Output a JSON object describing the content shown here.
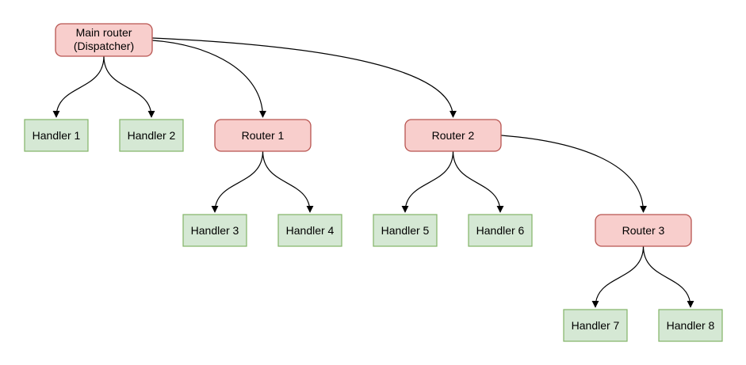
{
  "diagram": {
    "kind": "tree-flowchart",
    "background": "#ffffff",
    "colors": {
      "router_fill": "#f8cecc",
      "router_border": "#b85450",
      "handler_fill": "#d5e8d4",
      "handler_border": "#82b366",
      "edge": "#000000",
      "text": "#000000"
    },
    "nodes": {
      "main": {
        "type": "router",
        "label_line1": "Main router",
        "label_line2": "(Dispatcher)"
      },
      "router1": {
        "type": "router",
        "label": "Router 1"
      },
      "router2": {
        "type": "router",
        "label": "Router 2"
      },
      "router3": {
        "type": "router",
        "label": "Router 3"
      },
      "handler1": {
        "type": "handler",
        "label": "Handler 1"
      },
      "handler2": {
        "type": "handler",
        "label": "Handler 2"
      },
      "handler3": {
        "type": "handler",
        "label": "Handler 3"
      },
      "handler4": {
        "type": "handler",
        "label": "Handler 4"
      },
      "handler5": {
        "type": "handler",
        "label": "Handler 5"
      },
      "handler6": {
        "type": "handler",
        "label": "Handler 6"
      },
      "handler7": {
        "type": "handler",
        "label": "Handler 7"
      },
      "handler8": {
        "type": "handler",
        "label": "Handler 8"
      }
    },
    "edges": [
      {
        "from": "main",
        "to": "handler1"
      },
      {
        "from": "main",
        "to": "handler2"
      },
      {
        "from": "main",
        "to": "router1"
      },
      {
        "from": "main",
        "to": "router2"
      },
      {
        "from": "router1",
        "to": "handler3"
      },
      {
        "from": "router1",
        "to": "handler4"
      },
      {
        "from": "router2",
        "to": "handler5"
      },
      {
        "from": "router2",
        "to": "handler6"
      },
      {
        "from": "router2",
        "to": "router3"
      },
      {
        "from": "router3",
        "to": "handler7"
      },
      {
        "from": "router3",
        "to": "handler8"
      }
    ]
  }
}
